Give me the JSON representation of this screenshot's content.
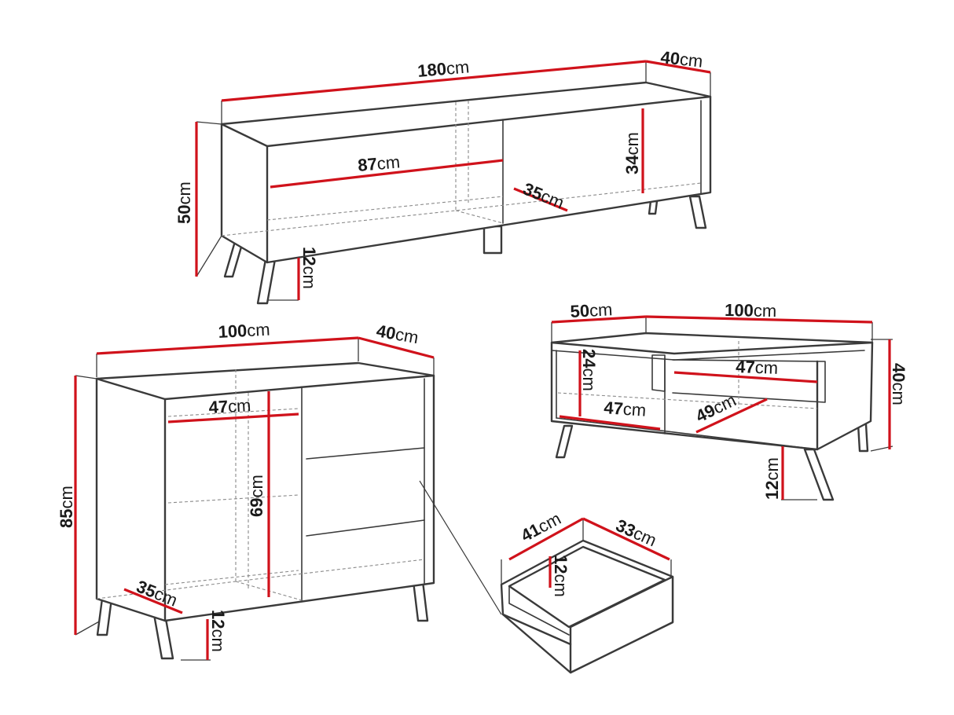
{
  "colors": {
    "dimension_line": "#d0121b",
    "outline": "#3a3a3a",
    "hidden_edge": "#8a8a8a",
    "background": "#ffffff"
  },
  "unit": "cm",
  "tv_unit": {
    "width": {
      "value": "180",
      "unit": "cm"
    },
    "depth": {
      "value": "40",
      "unit": "cm"
    },
    "height": {
      "value": "50",
      "unit": "cm"
    },
    "compartment_width": {
      "value": "87",
      "unit": "cm"
    },
    "compartment_depth": {
      "value": "35",
      "unit": "cm"
    },
    "compartment_height": {
      "value": "34",
      "unit": "cm"
    },
    "leg_height": {
      "value": "12",
      "unit": "cm"
    }
  },
  "sideboard": {
    "width": {
      "value": "100",
      "unit": "cm"
    },
    "depth": {
      "value": "40",
      "unit": "cm"
    },
    "height": {
      "value": "85",
      "unit": "cm"
    },
    "shelf_width": {
      "value": "47",
      "unit": "cm"
    },
    "inner_height": {
      "value": "69",
      "unit": "cm"
    },
    "inner_depth": {
      "value": "35",
      "unit": "cm"
    },
    "leg_height": {
      "value": "12",
      "unit": "cm"
    }
  },
  "coffee_table": {
    "depth": {
      "value": "50",
      "unit": "cm"
    },
    "width": {
      "value": "100",
      "unit": "cm"
    },
    "height": {
      "value": "40",
      "unit": "cm"
    },
    "compartment_height": {
      "value": "24",
      "unit": "cm"
    },
    "drawer_width": {
      "value": "47",
      "unit": "cm"
    },
    "shelf_width": {
      "value": "47",
      "unit": "cm"
    },
    "shelf_depth": {
      "value": "49",
      "unit": "cm"
    },
    "leg_height": {
      "value": "12",
      "unit": "cm"
    }
  },
  "drawer": {
    "width": {
      "value": "41",
      "unit": "cm"
    },
    "depth": {
      "value": "33",
      "unit": "cm"
    },
    "height": {
      "value": "12",
      "unit": "cm"
    }
  }
}
